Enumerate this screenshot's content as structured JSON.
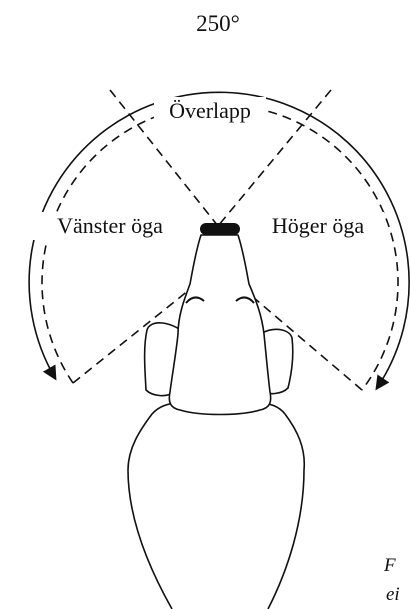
{
  "diagram": {
    "angle_label": "250°",
    "overlap_label": "Överlapp",
    "left_eye_label": "Vänster öga",
    "right_eye_label": "Höger öga",
    "fragment_1": "F",
    "fragment_2": "ei",
    "colors": {
      "stroke": "#111111",
      "background": "#ffffff",
      "nose": "#111111"
    }
  }
}
